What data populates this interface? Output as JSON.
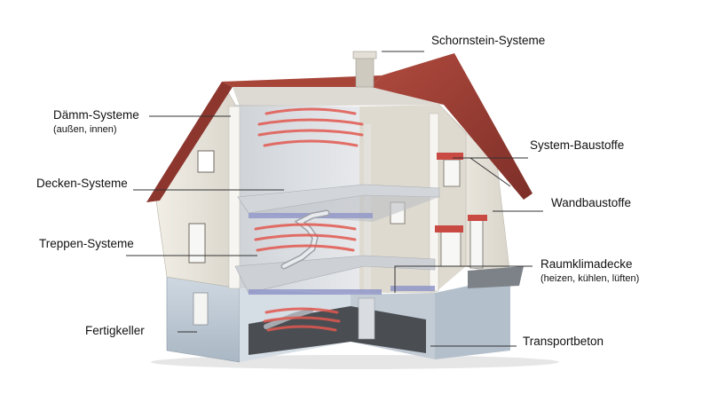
{
  "labels": {
    "schornstein": "Schornstein-Systeme",
    "daemm": "Dämm-Systeme",
    "daemm_sub": "(außen, innen)",
    "decken": "Decken-Systeme",
    "treppen": "Treppen-Systeme",
    "fertigkeller": "Fertigkeller",
    "system_baustoffe": "System-Baustoffe",
    "wandbaustoffe": "Wandbaustoffe",
    "raumklimadecke": "Raumklimadecke",
    "raumklimadecke_sub": "(heizen, kühlen, lüften)",
    "transportbeton": "Transportbeton"
  },
  "colors": {
    "roof": "#9b3f35",
    "wall": "#e8e4da",
    "slab": "#c9cdd2",
    "basement": "#b9c6d2",
    "heat": "#e2584f",
    "leader": "#333333"
  }
}
